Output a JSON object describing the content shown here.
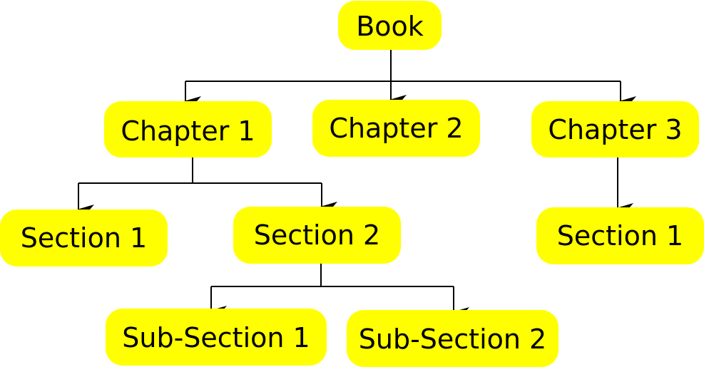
{
  "colors": {
    "node_fill": "#ffff00",
    "node_text": "#000000",
    "connector": "#000000"
  },
  "nodes": {
    "book": "Book",
    "chapter_1": "Chapter 1",
    "chapter_2": "Chapter 2",
    "chapter_3": "Chapter 3",
    "chapter_1_section_1": "Section 1",
    "chapter_1_section_2": "Section 2",
    "chapter_3_section_1": "Section 1",
    "section_2_sub_section_1": "Sub-Section 1",
    "section_2_sub_section_2": "Sub-Section 2"
  },
  "edges": [
    {
      "from": "book",
      "to": "chapter_1"
    },
    {
      "from": "book",
      "to": "chapter_2"
    },
    {
      "from": "book",
      "to": "chapter_3"
    },
    {
      "from": "chapter_1",
      "to": "chapter_1_section_1"
    },
    {
      "from": "chapter_1",
      "to": "chapter_1_section_2"
    },
    {
      "from": "chapter_3",
      "to": "chapter_3_section_1"
    },
    {
      "from": "chapter_1_section_2",
      "to": "section_2_sub_section_1"
    },
    {
      "from": "chapter_1_section_2",
      "to": "section_2_sub_section_2"
    }
  ]
}
